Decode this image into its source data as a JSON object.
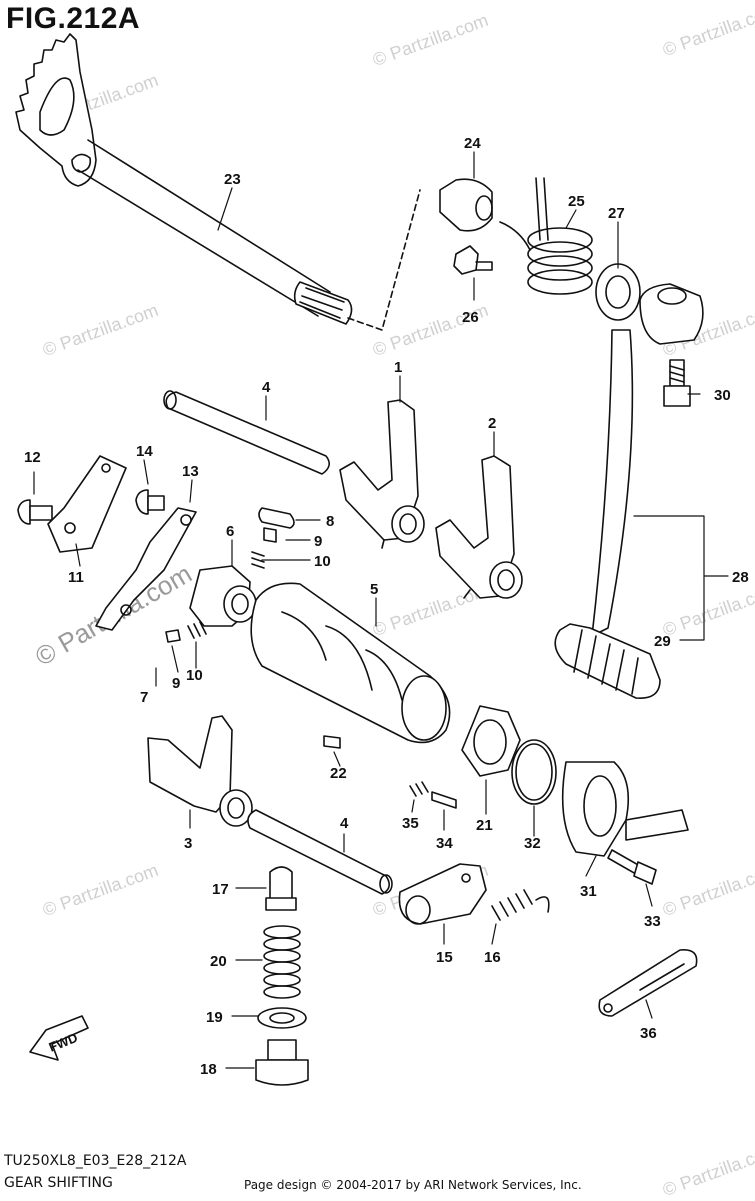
{
  "figure": {
    "title": "FIG.212A",
    "watermark_text": "© Partzilla.com",
    "direction_label": "FWD",
    "model_code": "TU250XL8_E03_E28_212A",
    "section_name": "GEAR SHIFTING",
    "credit": "Page design © 2004-2017 by ARI Network Services, Inc."
  },
  "callouts": [
    {
      "id": "c1",
      "text": "1"
    },
    {
      "id": "c2",
      "text": "2"
    },
    {
      "id": "c3",
      "text": "3"
    },
    {
      "id": "c4a",
      "text": "4"
    },
    {
      "id": "c4b",
      "text": "4"
    },
    {
      "id": "c5",
      "text": "5"
    },
    {
      "id": "c6",
      "text": "6"
    },
    {
      "id": "c7",
      "text": "7"
    },
    {
      "id": "c8",
      "text": "8"
    },
    {
      "id": "c9a",
      "text": "9"
    },
    {
      "id": "c9b",
      "text": "9"
    },
    {
      "id": "c10a",
      "text": "10"
    },
    {
      "id": "c10b",
      "text": "10"
    },
    {
      "id": "c11",
      "text": "11"
    },
    {
      "id": "c12",
      "text": "12"
    },
    {
      "id": "c13",
      "text": "13"
    },
    {
      "id": "c14",
      "text": "14"
    },
    {
      "id": "c15",
      "text": "15"
    },
    {
      "id": "c16",
      "text": "16"
    },
    {
      "id": "c17",
      "text": "17"
    },
    {
      "id": "c18",
      "text": "18"
    },
    {
      "id": "c19",
      "text": "19"
    },
    {
      "id": "c20",
      "text": "20"
    },
    {
      "id": "c21",
      "text": "21"
    },
    {
      "id": "c22",
      "text": "22"
    },
    {
      "id": "c23",
      "text": "23"
    },
    {
      "id": "c24",
      "text": "24"
    },
    {
      "id": "c25",
      "text": "25"
    },
    {
      "id": "c26",
      "text": "26"
    },
    {
      "id": "c27",
      "text": "27"
    },
    {
      "id": "c28",
      "text": "28"
    },
    {
      "id": "c29",
      "text": "29"
    },
    {
      "id": "c30",
      "text": "30"
    },
    {
      "id": "c31",
      "text": "31"
    },
    {
      "id": "c32",
      "text": "32"
    },
    {
      "id": "c33",
      "text": "33"
    },
    {
      "id": "c34",
      "text": "34"
    },
    {
      "id": "c35",
      "text": "35"
    },
    {
      "id": "c36",
      "text": "36"
    }
  ],
  "colors": {
    "line": "#111111",
    "watermark": "#d0d0d0",
    "background": "#ffffff"
  }
}
